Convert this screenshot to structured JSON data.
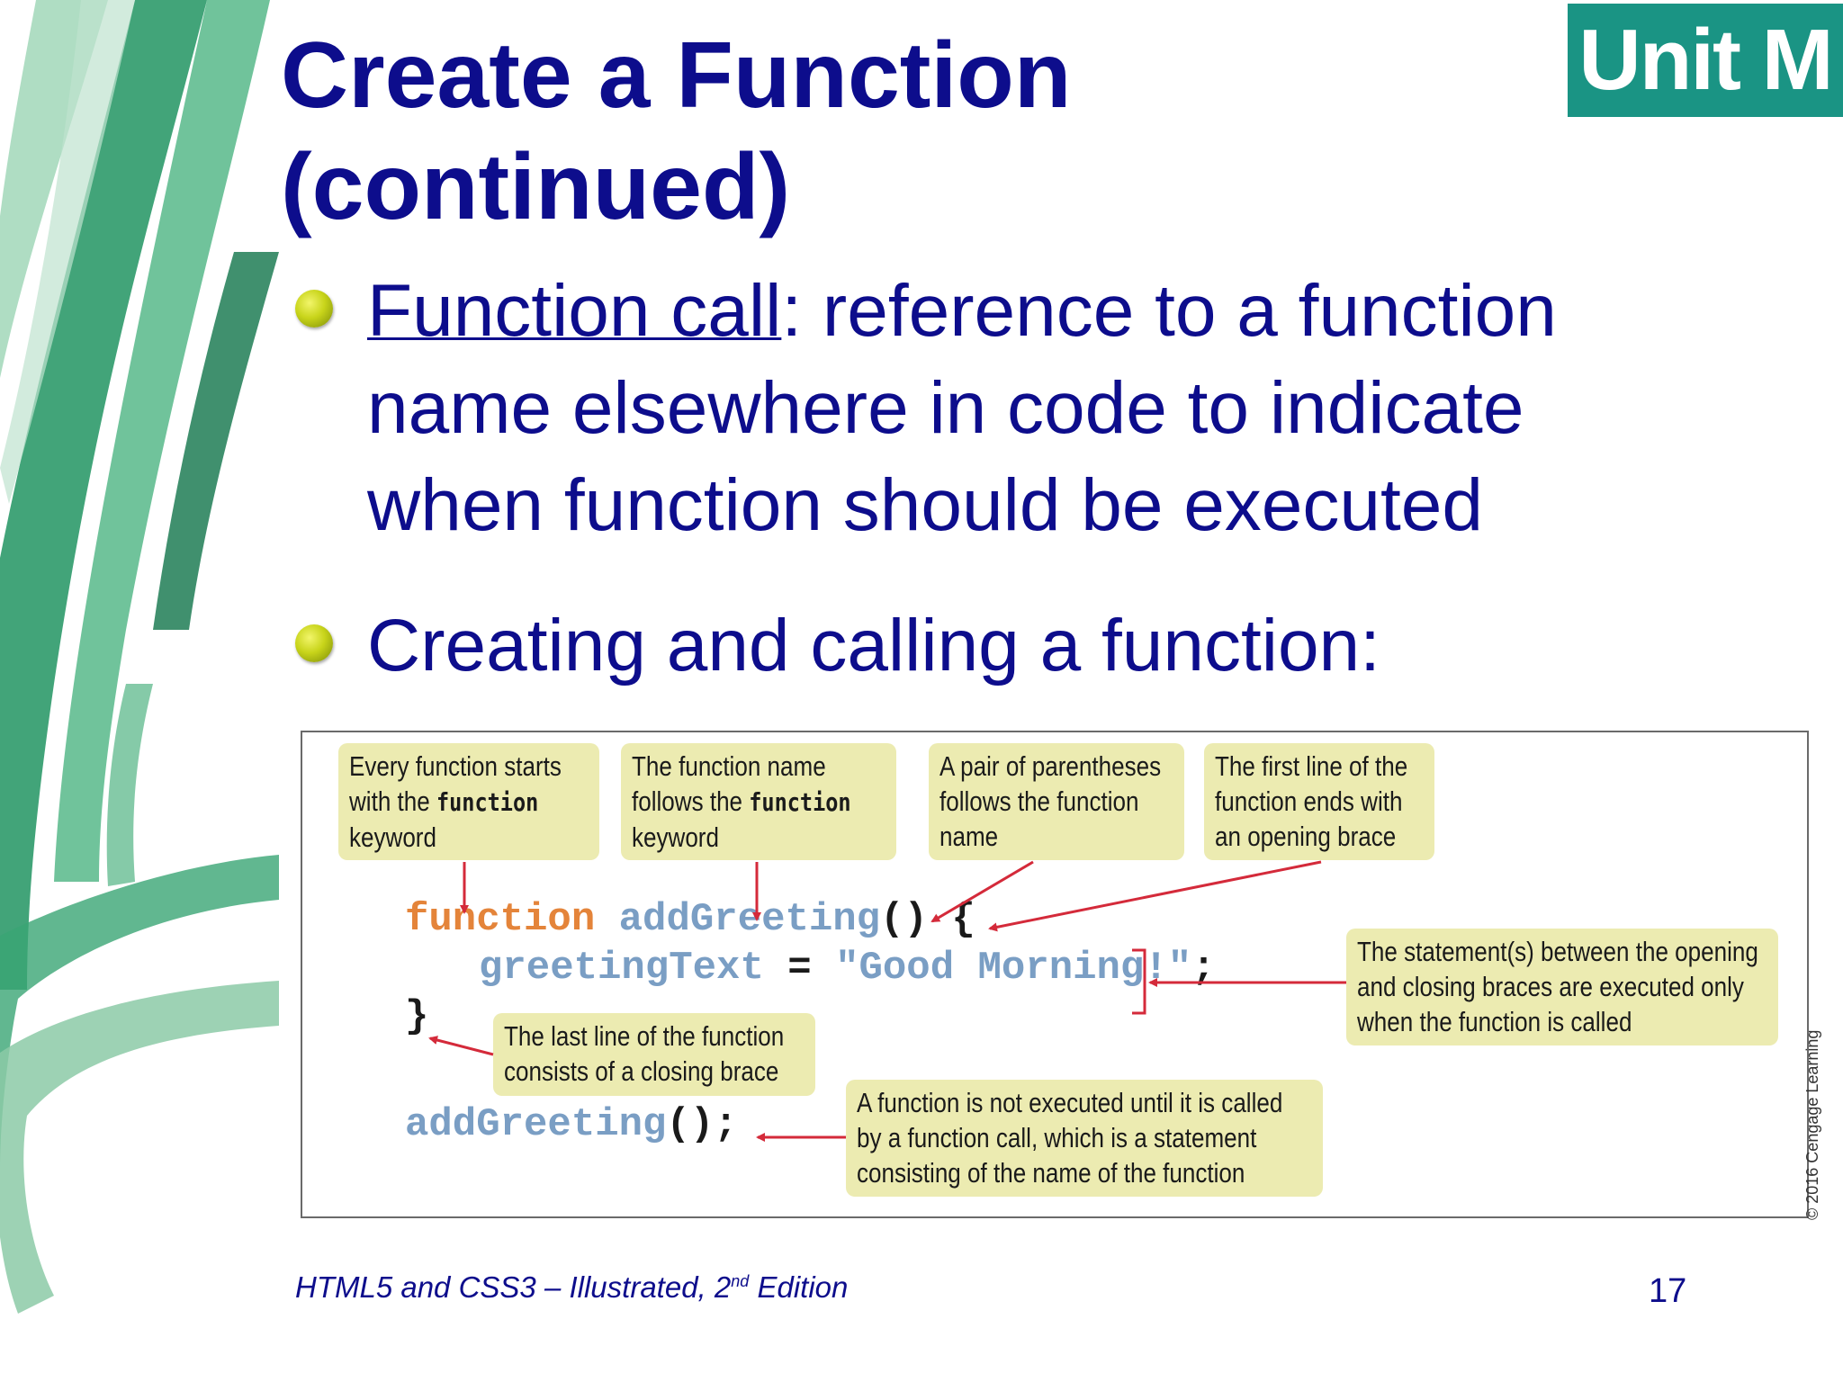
{
  "slide": {
    "title_line1": "Create a Function",
    "title_line2": "(continued)",
    "unit_badge": "Unit M"
  },
  "bullets": [
    {
      "term": "Function call",
      "line1_rest": ": reference to a function",
      "line2": "name elsewhere in code to indicate",
      "line3": "when function should be executed"
    },
    {
      "line1": "Creating and calling a function:"
    }
  ],
  "figure": {
    "callouts": {
      "keyword": {
        "l1": "Every function starts",
        "l2_pre": "with the ",
        "l2_code": "function",
        "l3": "keyword"
      },
      "name": {
        "l1": "The function name",
        "l2_pre": "follows the ",
        "l2_code": "function",
        "l3": "keyword"
      },
      "parens": {
        "l1": "A pair of parentheses",
        "l2": "follows the function",
        "l3": "name"
      },
      "open_brace": {
        "l1": "The first line of the",
        "l2": "function ends with",
        "l3": "an opening brace"
      },
      "statements": {
        "l1": "The statement(s) between the opening",
        "l2": "and closing braces are executed only",
        "l3": "when the function is called"
      },
      "close_brace": {
        "l1": "The last line of the function",
        "l2": "consists of a closing brace"
      },
      "call": {
        "l1": "A function is not executed until it is called",
        "l2": "by a function call, which is a statement",
        "l3": "consisting of the name of the function"
      }
    },
    "code": {
      "line1_kw": "function",
      "line1_name": "addGreeting",
      "line1_parens": "()",
      "line1_brace": "{",
      "line2_var": "greetingText",
      "line2_eq": "=",
      "line2_str": "\"Good Morning!\"",
      "line2_semi": ";",
      "line3_brace": "}",
      "line4_name": "addGreeting",
      "line4_parens": "();"
    },
    "copyright": "© 2016 Cengage Learning"
  },
  "footer": {
    "book_pre": "HTML5 and CSS3 – Illustrated, 2",
    "book_sup": "nd",
    "book_post": " Edition",
    "page_number": "17"
  },
  "colors": {
    "title_blue": "#0d0d8c",
    "badge_teal": "#1a9484",
    "callout_bg": "#ecebb1",
    "arrow_red": "#d42a3a",
    "keyword_orange": "#e4843a",
    "code_blue": "#7a9ec4"
  }
}
